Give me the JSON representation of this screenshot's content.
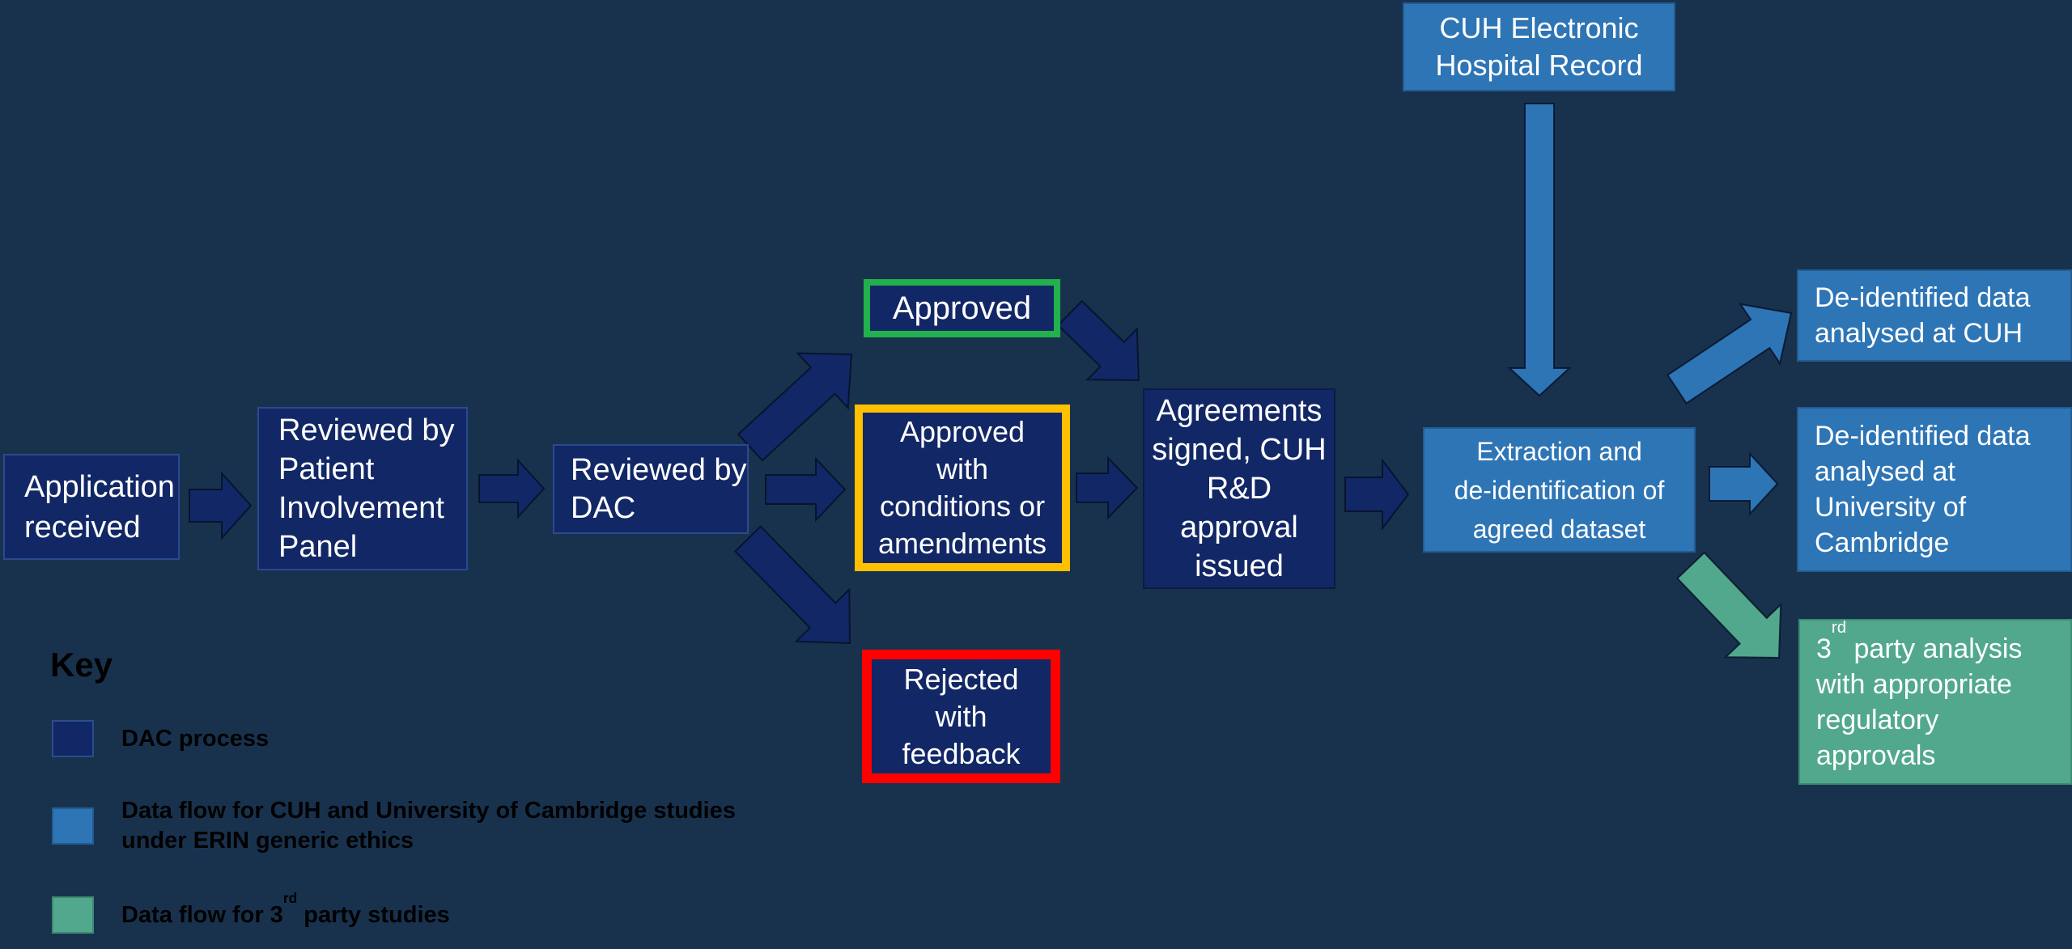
{
  "colors": {
    "background": "#18324E",
    "navy": "#122765",
    "blue": "#2E75B6",
    "teal": "#52A88D",
    "green_border": "#22B14C",
    "gold_border": "#FFC000",
    "red_border": "#FF0000",
    "box_text": "#FFFFFF",
    "key_text": "#000000",
    "arrow_outline": "rgba(5,15,35,0.8)"
  },
  "nodes": {
    "ehr": {
      "label": "CUH Electronic\nHospital Record"
    },
    "application": {
      "label": "Application\nreceived"
    },
    "panel": {
      "label": "Reviewed by\nPatient\nInvolvement\nPanel"
    },
    "dac": {
      "label": "Reviewed by\nDAC"
    },
    "approved": {
      "label": "Approved"
    },
    "conditions": {
      "label": "Approved\nwith\nconditions or\namendments"
    },
    "rejected": {
      "label": "Rejected\nwith\nfeedback"
    },
    "agreements": {
      "label": "Agreements\nsigned, CUH\nR&D\napproval\nissued"
    },
    "extraction": {
      "label": "Extraction and\nde-identification of\nagreed dataset"
    },
    "cuh_analysis": {
      "label": "De-identified data\nanalysed at CUH"
    },
    "uoc_analysis": {
      "label": "De-identified data\nanalysed at\nUniversity of\nCambridge"
    },
    "third_party": {
      "label": "3rd party analysis\nwith appropriate\nregulatory\napprovals"
    }
  },
  "key": {
    "title": "Key",
    "items": [
      {
        "swatch": "navy",
        "label": "DAC process"
      },
      {
        "swatch": "blue",
        "label": "Data flow for CUH and University of Cambridge studies\nunder ERIN generic ethics"
      },
      {
        "swatch": "teal",
        "label": "Data flow for 3rd party studies"
      }
    ]
  },
  "edges": [
    {
      "id": "app-to-panel",
      "from": "application",
      "to": "panel",
      "kind": "dac"
    },
    {
      "id": "panel-to-dac",
      "from": "panel",
      "to": "dac",
      "kind": "dac"
    },
    {
      "id": "dac-to-approved",
      "from": "dac",
      "to": "approved",
      "kind": "dac"
    },
    {
      "id": "dac-to-conditions",
      "from": "dac",
      "to": "conditions",
      "kind": "dac"
    },
    {
      "id": "dac-to-rejected",
      "from": "dac",
      "to": "rejected",
      "kind": "dac"
    },
    {
      "id": "approved-to-agreements",
      "from": "approved",
      "to": "agreements",
      "kind": "dac"
    },
    {
      "id": "conditions-to-agreements",
      "from": "conditions",
      "to": "agreements",
      "kind": "dac"
    },
    {
      "id": "agreements-to-extraction",
      "from": "agreements",
      "to": "extraction",
      "kind": "dac"
    },
    {
      "id": "ehr-to-extraction",
      "from": "ehr",
      "to": "extraction",
      "kind": "cuh"
    },
    {
      "id": "extraction-to-cuh-analysis",
      "from": "extraction",
      "to": "cuh_analysis",
      "kind": "cuh"
    },
    {
      "id": "extraction-to-uoc-analysis",
      "from": "extraction",
      "to": "uoc_analysis",
      "kind": "cuh"
    },
    {
      "id": "extraction-to-third-party",
      "from": "extraction",
      "to": "third_party",
      "kind": "third"
    }
  ]
}
